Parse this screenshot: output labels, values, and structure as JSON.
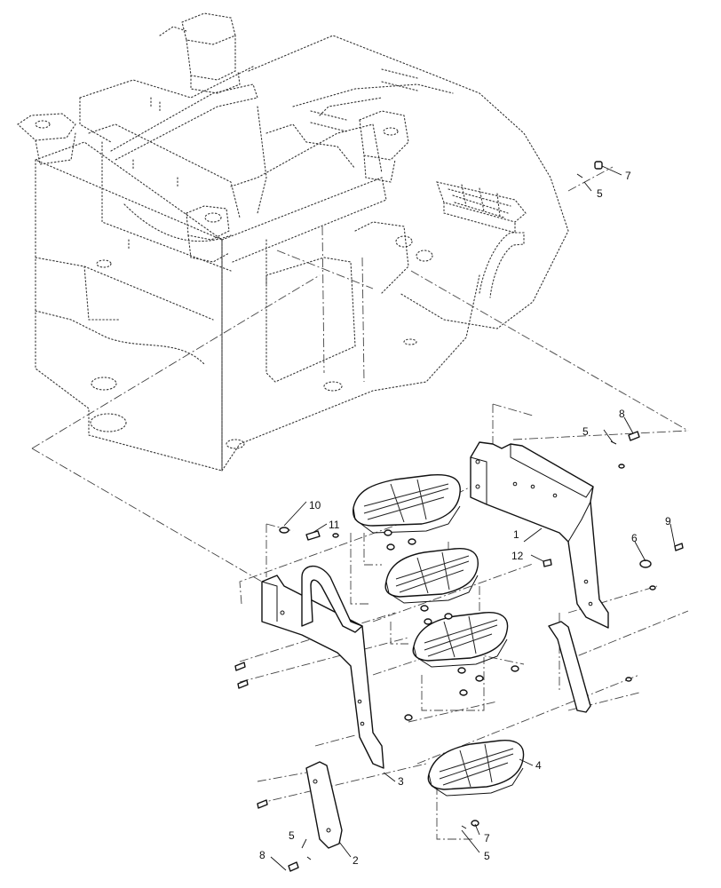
{
  "diagram": {
    "callouts": [
      {
        "id": "c7a",
        "label": "7"
      },
      {
        "id": "c5a",
        "label": "5"
      },
      {
        "id": "c8a",
        "label": "8"
      },
      {
        "id": "c5b",
        "label": "5"
      },
      {
        "id": "c10",
        "label": "10"
      },
      {
        "id": "c11",
        "label": "11"
      },
      {
        "id": "c9",
        "label": "9"
      },
      {
        "id": "c1",
        "label": "1"
      },
      {
        "id": "c6",
        "label": "6"
      },
      {
        "id": "c12",
        "label": "12"
      },
      {
        "id": "c3",
        "label": "3"
      },
      {
        "id": "c4",
        "label": "4"
      },
      {
        "id": "c7b",
        "label": "7"
      },
      {
        "id": "c5c",
        "label": "5"
      },
      {
        "id": "c5d",
        "label": "5"
      },
      {
        "id": "c8b",
        "label": "8"
      },
      {
        "id": "c2",
        "label": "2"
      }
    ]
  }
}
